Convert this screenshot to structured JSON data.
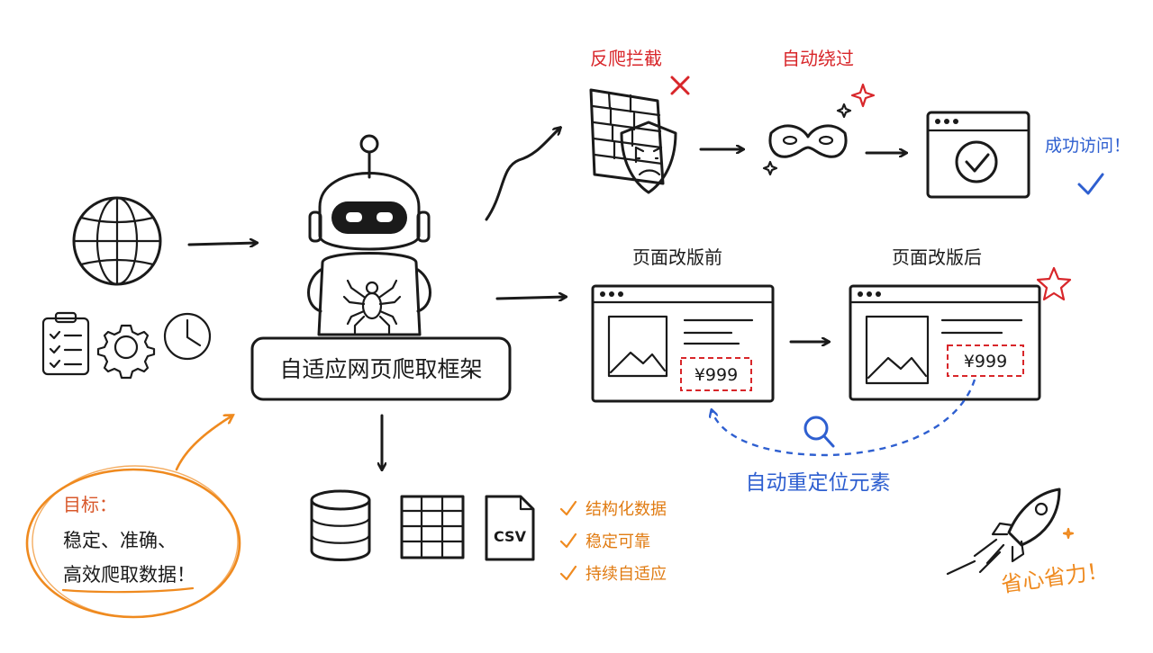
{
  "center_label": "自适应网页爬取框架",
  "anti_crawl": {
    "blocked_label": "反爬拦截",
    "bypass_label": "自动绕过",
    "success_label": "成功访问！"
  },
  "redesign": {
    "before_label": "页面改版前",
    "after_label": "页面改版后",
    "before_price": "¥999",
    "after_price": "¥999",
    "relocate_label": "自动重定位元素"
  },
  "output": {
    "csv_label": "CSV",
    "features": [
      "结构化数据",
      "稳定可靠",
      "持续自适应"
    ]
  },
  "goal": {
    "title": "目标：",
    "line1": "稳定、准确、",
    "line2": "高效爬取数据！"
  },
  "tagline": "省心省力！",
  "colors": {
    "ink": "#1a1a1a",
    "red": "#d8262a",
    "blue": "#2e5fd0",
    "orange": "#ef8a1f"
  }
}
